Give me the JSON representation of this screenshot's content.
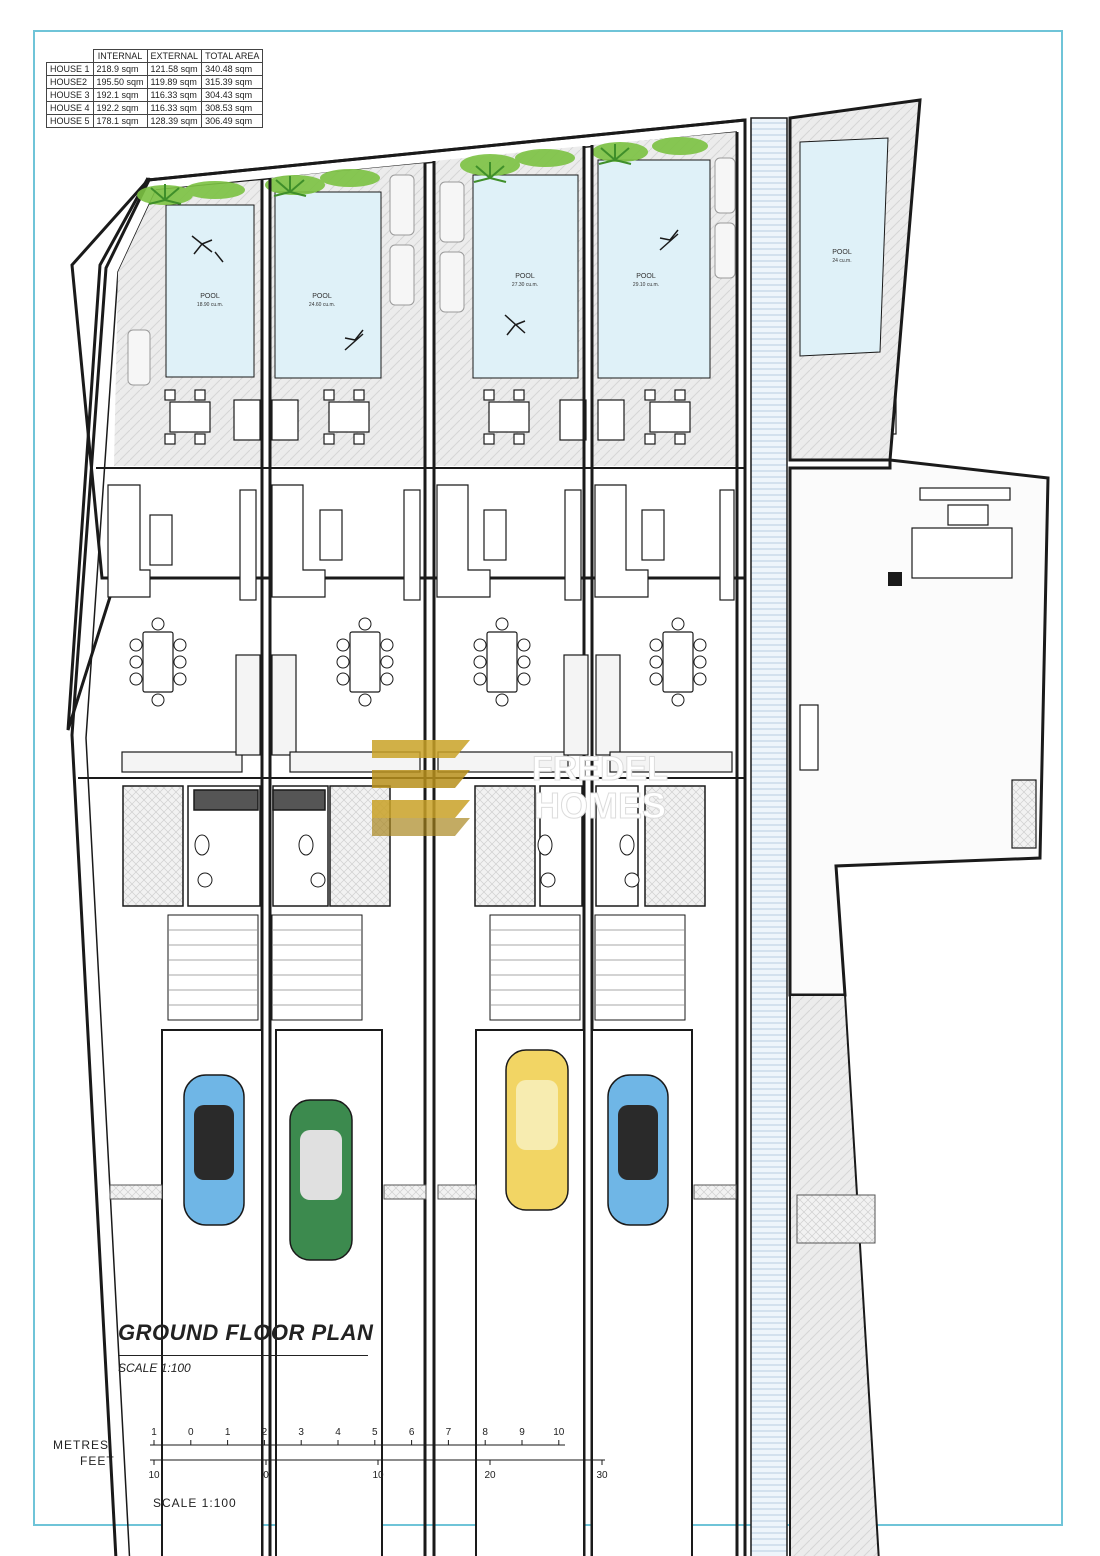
{
  "area_table": {
    "headers": [
      "",
      "INTERNAL",
      "EXTERNAL",
      "TOTAL AREA"
    ],
    "rows": [
      [
        "HOUSE 1",
        "218.9 sqm",
        "121.58 sqm",
        "340.48 sqm"
      ],
      [
        "HOUSE2",
        "195.50 sqm",
        "119.89 sqm",
        "315.39 sqm"
      ],
      [
        "HOUSE 3",
        "192.1 sqm",
        "116.33 sqm",
        "304.43 sqm"
      ],
      [
        "HOUSE 4",
        "192.2 sqm",
        "116.33 sqm",
        "308.53 sqm"
      ],
      [
        "HOUSE 5",
        "178.1 sqm",
        "128.39 sqm",
        "306.49 sqm"
      ]
    ]
  },
  "pools": [
    {
      "label": "POOL",
      "volume": "18.90 cu.m."
    },
    {
      "label": "POOL",
      "volume": "24.60 cu.m."
    },
    {
      "label": "POOL",
      "volume": "27.30 cu.m."
    },
    {
      "label": "POOL",
      "volume": "29.10 cu.m."
    },
    {
      "label": "POOL",
      "volume": "24 cu.m."
    }
  ],
  "house_numbers": [
    "1",
    "2",
    "3",
    "4",
    "5"
  ],
  "watermark": {
    "line1": "FREDEL",
    "line2": "HOMES"
  },
  "plan_title": "GROUND FLOOR PLAN",
  "plan_scale": "SCALE 1:100",
  "scale_bar": {
    "metres_label": "METRES",
    "feet_label": "FEET",
    "metres_ticks": [
      "1",
      "0",
      "1",
      "2",
      "3",
      "4",
      "5",
      "6",
      "7",
      "8",
      "9",
      "10"
    ],
    "feet_ticks": [
      "10",
      "0",
      "10",
      "20",
      "30"
    ],
    "caption": "SCALE 1:100"
  },
  "colors": {
    "frame": "#6fc4d8",
    "pool_water": "#dff1f8",
    "paving": "#e6e6e6",
    "wall": "#1a1a1a",
    "plant": "#7cc242",
    "car_blue": "#6fb6e6",
    "car_green": "#3c8a4e",
    "car_yellow": "#f2d564",
    "watermark_gold": "#c9a227"
  }
}
